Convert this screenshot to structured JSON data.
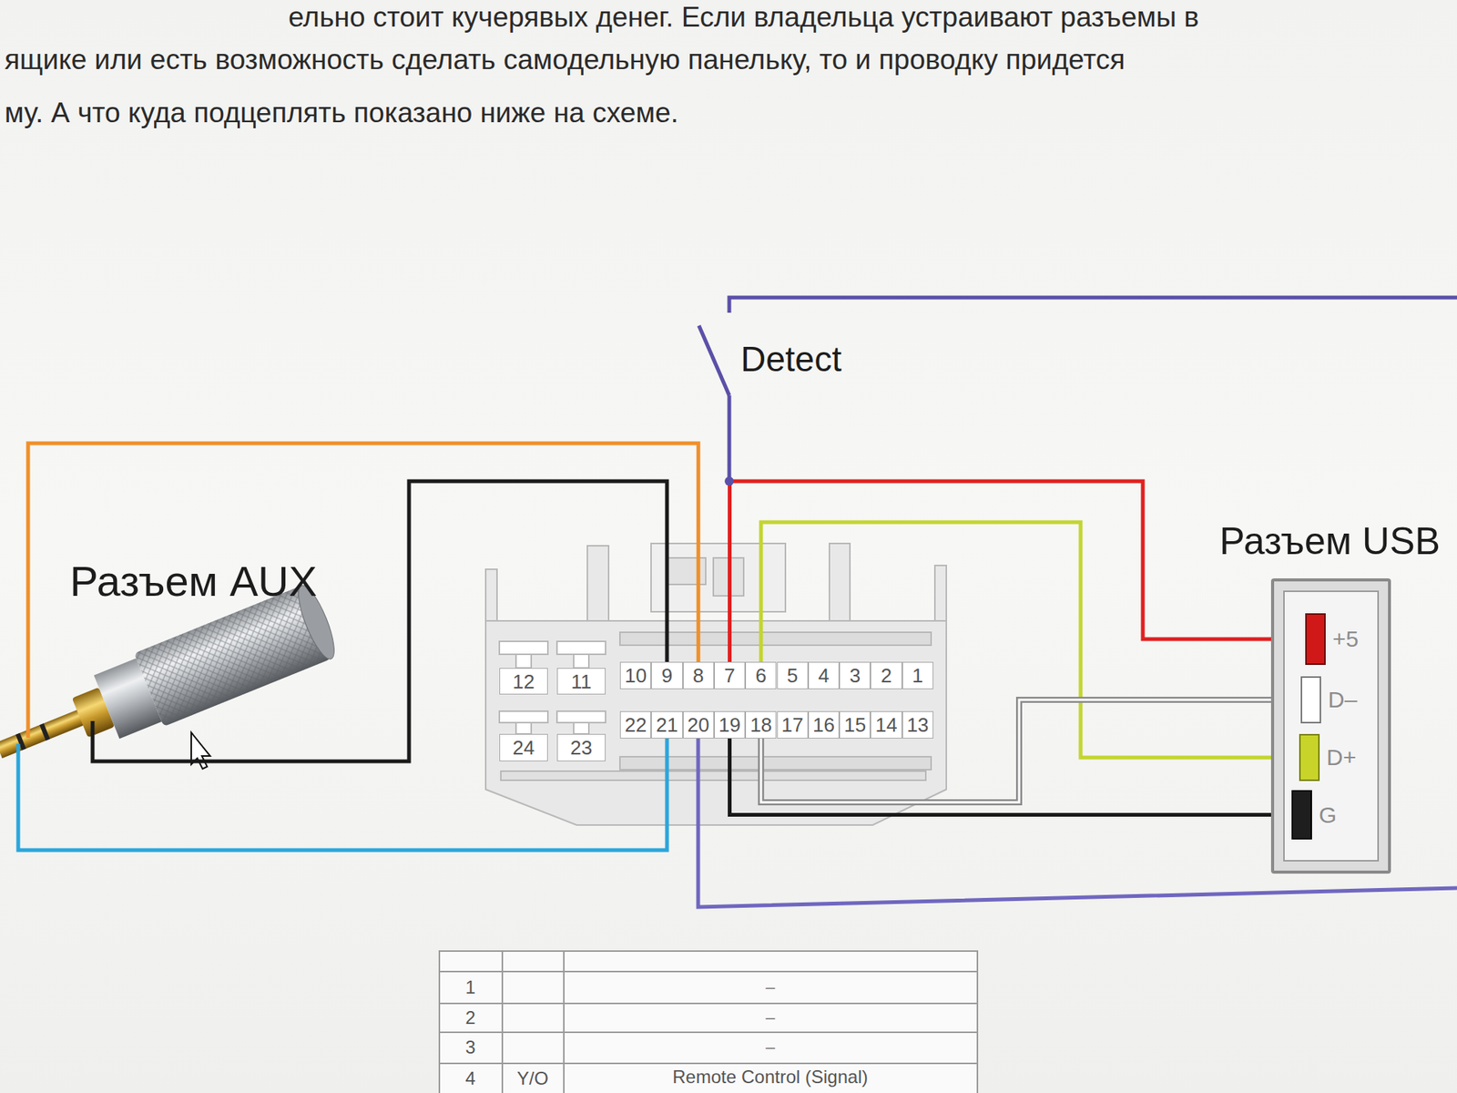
{
  "diagram": {
    "nodes": [
      {
        "text": [
          "Разъем AUX"
        ]
      },
      {
        "text": [
          "12"
        ]
      },
      {
        "text": [
          "11"
        ]
      },
      {
        "text": [
          "10"
        ]
      },
      {
        "text": [
          "9"
        ]
      },
      {
        "text": [
          "8"
        ]
      },
      {
        "text": [
          "7"
        ]
      },
      {
        "text": [
          "6"
        ]
      },
      {
        "text": [
          "5"
        ]
      },
      {
        "text": [
          "4"
        ]
      },
      {
        "text": [
          "3"
        ]
      },
      {
        "text": [
          "2"
        ]
      },
      {
        "text": [
          "1"
        ]
      },
      {
        "text": [
          "24"
        ]
      },
      {
        "text": [
          "23"
        ]
      },
      {
        "text": [
          "22"
        ]
      },
      {
        "text": [
          "21"
        ]
      },
      {
        "text": [
          "20"
        ]
      },
      {
        "text": [
          "19"
        ]
      },
      {
        "text": [
          "18"
        ]
      },
      {
        "text": [
          "17"
        ]
      },
      {
        "text": [
          "16"
        ]
      },
      {
        "text": [
          "15"
        ]
      },
      {
        "text": [
          "14"
        ]
      },
      {
        "text": [
          "13"
        ]
      },
      {
        "text": [
          "Разъем USB"
        ]
      },
      {
        "text": [
          "+5"
        ],
        "in": 25
      },
      {
        "text": [
          "D–"
        ],
        "in": 25
      },
      {
        "text": [
          "D+"
        ],
        "in": 25
      },
      {
        "text": [
          "G"
        ],
        "in": 25
      }
    ],
    "edges": [
      {
        "from": 0,
        "to": 5,
        "arrow": "none"
      },
      {
        "from": 0,
        "to": 4,
        "arrow": "none"
      },
      {
        "from": 0,
        "to": 16,
        "arrow": "none"
      },
      {
        "from": 26,
        "to": 6,
        "arrow": "none"
      },
      {
        "from": 28,
        "to": 7,
        "arrow": "none"
      },
      {
        "from": 27,
        "to": 19,
        "arrow": "none"
      },
      {
        "from": 29,
        "to": 18,
        "arrow": "none"
      }
    ],
    "labels": [
      "ельно стоит кучерявых денег. Если владельца устраивают разъемы в",
      "ящике или есть возможность сделать самодельную панельку, то и проводку придется",
      "му. А что куда подцеплять показано ниже на схеме.",
      "Detect",
      "1",
      "–",
      "2",
      "–",
      "3",
      "–",
      "4",
      "Y/O",
      "Remote Control (Signal)"
    ]
  }
}
